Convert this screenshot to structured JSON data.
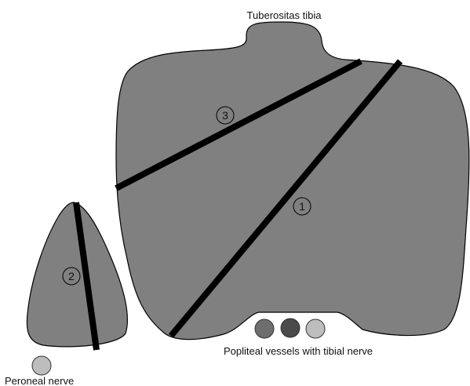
{
  "labels": {
    "top": "Tuberositas tibia",
    "bottom_right": "Popliteal vessels with tibial nerve",
    "bottom_left": "Peroneal nerve"
  },
  "cut_lines": [
    {
      "number": "1"
    },
    {
      "number": "2"
    },
    {
      "number": "3"
    }
  ],
  "colors": {
    "bone_fill": "#808080",
    "outline": "#000000",
    "cut_line": "#000000",
    "vessel_dark_1": "#6e6e6e",
    "vessel_dark_2": "#4a4a4a",
    "vessel_light": "#bdbdbd",
    "nerve": "#bdbdbd"
  }
}
